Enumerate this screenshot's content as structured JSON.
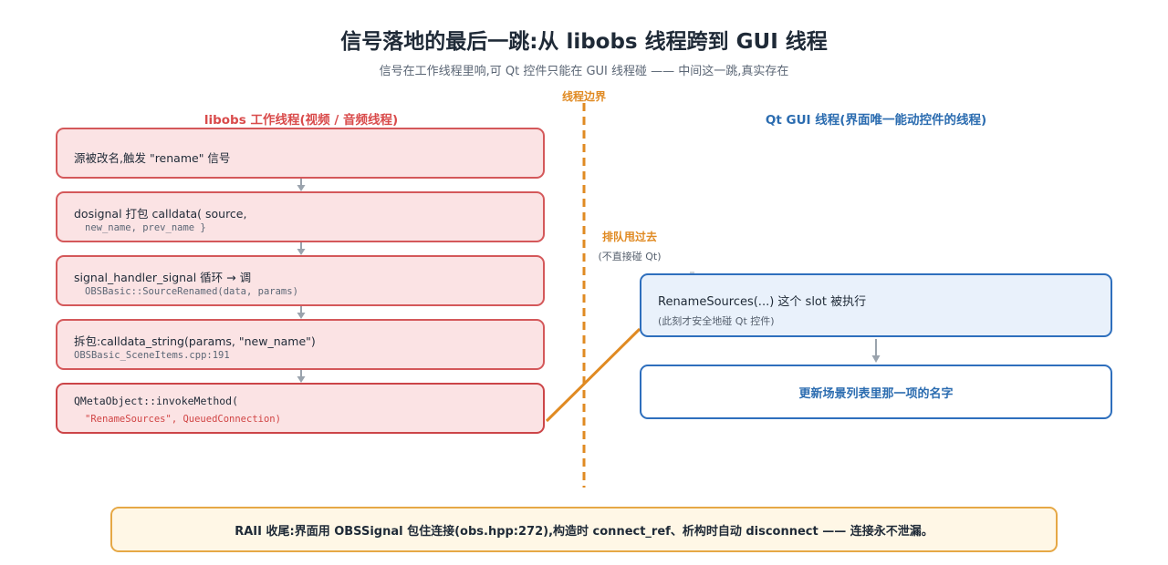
{
  "title": "信号落地的最后一跳:从 libobs 线程跨到 GUI 线程",
  "subtitle": "信号在工作线程里响,可 Qt 控件只能在 GUI 线程碰 —— 中间这一跳,真实存在",
  "boundary_label": "线程边界",
  "left_column": {
    "heading": "libobs 工作线程(视频 / 音频线程)",
    "steps": [
      {
        "line1": "源被改名,触发 \"rename\" 信号",
        "line2": ""
      },
      {
        "line1": "dosignal 打包 calldata( source,",
        "line2": "new_name, prev_name }"
      },
      {
        "line1": "signal_handler_signal 循环 → 调",
        "line2": "OBSBasic::SourceRenamed(data, params)"
      },
      {
        "line1": "拆包:calldata_string(params, \"new_name\")",
        "line2": "OBSBasic_SceneItems.cpp:191"
      },
      {
        "line1": "QMetaObject::invokeMethod(",
        "line2": "\"RenameSources\", QueuedConnection)"
      }
    ]
  },
  "queue": {
    "label": "排队甩过去",
    "sub": "(不直接碰 Qt)"
  },
  "right_column": {
    "heading": "Qt GUI 线程(界面唯一能动控件的线程)",
    "slot_box": {
      "line1": "RenameSources(...) 这个 slot 被执行",
      "line2": "(此刻才安全地碰 Qt 控件)"
    },
    "result_box": {
      "text": "更新场景列表里那一项的名字"
    }
  },
  "footer": "RAII 收尾:界面用 OBSSignal 包住连接(obs.hpp:272),构造时 connect_ref、析构时自动 disconnect —— 连接永不泄漏。",
  "colors": {
    "worker_accent": "#d4585a",
    "gui_accent": "#2e6fbd",
    "boundary": "#e08a22",
    "arrow": "#9aa3ad",
    "footer_border": "#e6a845"
  }
}
